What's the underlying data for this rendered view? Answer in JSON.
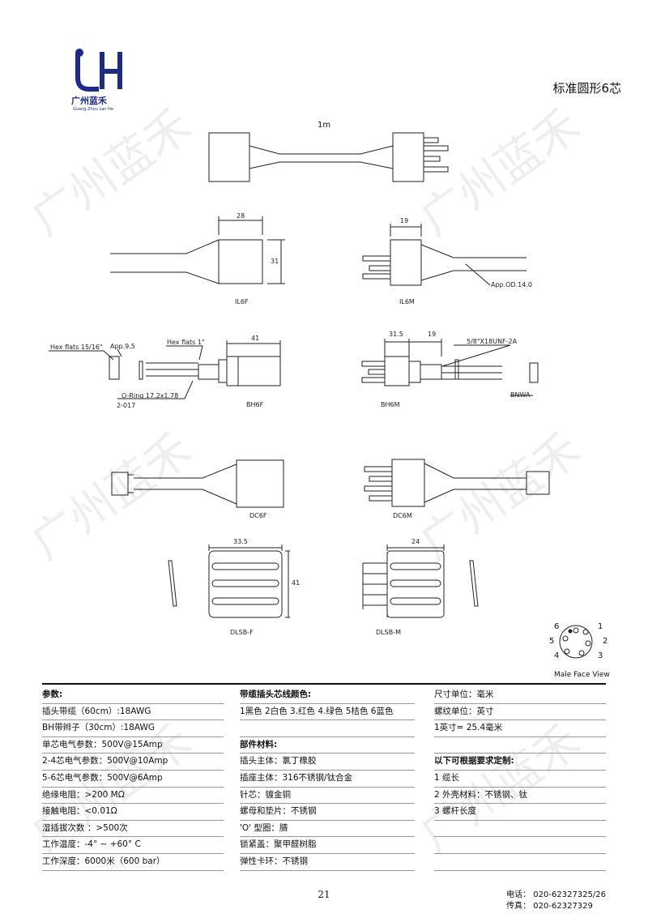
{
  "header": {
    "logo_text": "广州蓝禾",
    "logo_sub": "Guang Zhou Lan He",
    "title": "标准圆形6芯"
  },
  "drawing": {
    "cable_length": "1m",
    "il6f": {
      "label": "IL6F",
      "dim_w": "28",
      "dim_h": "31"
    },
    "il6m": {
      "label": "IL6M",
      "dim_w": "19",
      "app": "App.OD.14.0"
    },
    "bh6f": {
      "label": "BH6F",
      "dim_w": "41",
      "hex_flats_small": "Hex flats 15/16\"",
      "app": "App.9.5",
      "hex_flats": "Hex flats 1\"",
      "oring": "O-Ring 17.2x1.78",
      "oring_code": "2-017"
    },
    "bh6m": {
      "label": "BH6M",
      "dim_w1": "31.5",
      "dim_w2": "19",
      "thread": "5/8\"X18UNF-2A",
      "bnwa": "BNWA"
    },
    "dc6f": {
      "label": "DC6F"
    },
    "dc6m": {
      "label": "DC6M"
    },
    "dlsbf": {
      "label": "DLSB-F",
      "dim_w": "33.5",
      "dim_h": "41"
    },
    "dlsbm": {
      "label": "DLSB-M",
      "dim_w": "24"
    },
    "face": {
      "label": "Male Face View",
      "pins": [
        "1",
        "2",
        "3",
        "4",
        "5",
        "6"
      ]
    }
  },
  "specs": {
    "col1": {
      "header": "参数:",
      "rows": [
        "插头带缆（60cm）:18AWG",
        "BH带辫子（30cm）:18AWG",
        "单芯电气参数：500V@15Amp",
        "2-4芯电气参数：500V@10Amp",
        "5-6芯电气参数：500V@6Amp",
        "绝缘电阻：>200 MΩ",
        "接触电阻：<0.01Ω",
        "湿插拔次数 ：>500次",
        "工作温度：-4° ~ +60° C",
        "工作深度：6000米（600 bar）"
      ]
    },
    "col2": {
      "header": "带缆插头芯线颜色:",
      "colors": "1黑色 2白色 3.红色 4.绿色 5桔色 6蓝色",
      "materials_header": "部件材料:",
      "rows": [
        "插头主体：氯丁橡胶",
        "插座主体：316不锈钢/钛合金",
        "针芯：镀金铜",
        "螺母和垫片：不锈钢",
        "'O' 型圈：腈",
        "锁紧盖：聚甲醛树脂",
        "弹性卡环：不锈钢"
      ]
    },
    "col3": {
      "rows": [
        "尺寸单位：毫米",
        "螺纹单位：英寸",
        "1英寸= 25.4毫米"
      ],
      "custom_header": "以下可根据要求定制:",
      "custom_rows": [
        "1 缆长",
        "2 外壳材料：不锈钢、钛",
        "3 螺杆长度"
      ]
    }
  },
  "footer": {
    "page_number": "21",
    "phone": "电话： 020-62327325/26",
    "fax": "传真： 020-62327329"
  },
  "watermark": "广州蓝禾",
  "colors": {
    "logo": "#1c2a8c",
    "line": "#222222"
  }
}
